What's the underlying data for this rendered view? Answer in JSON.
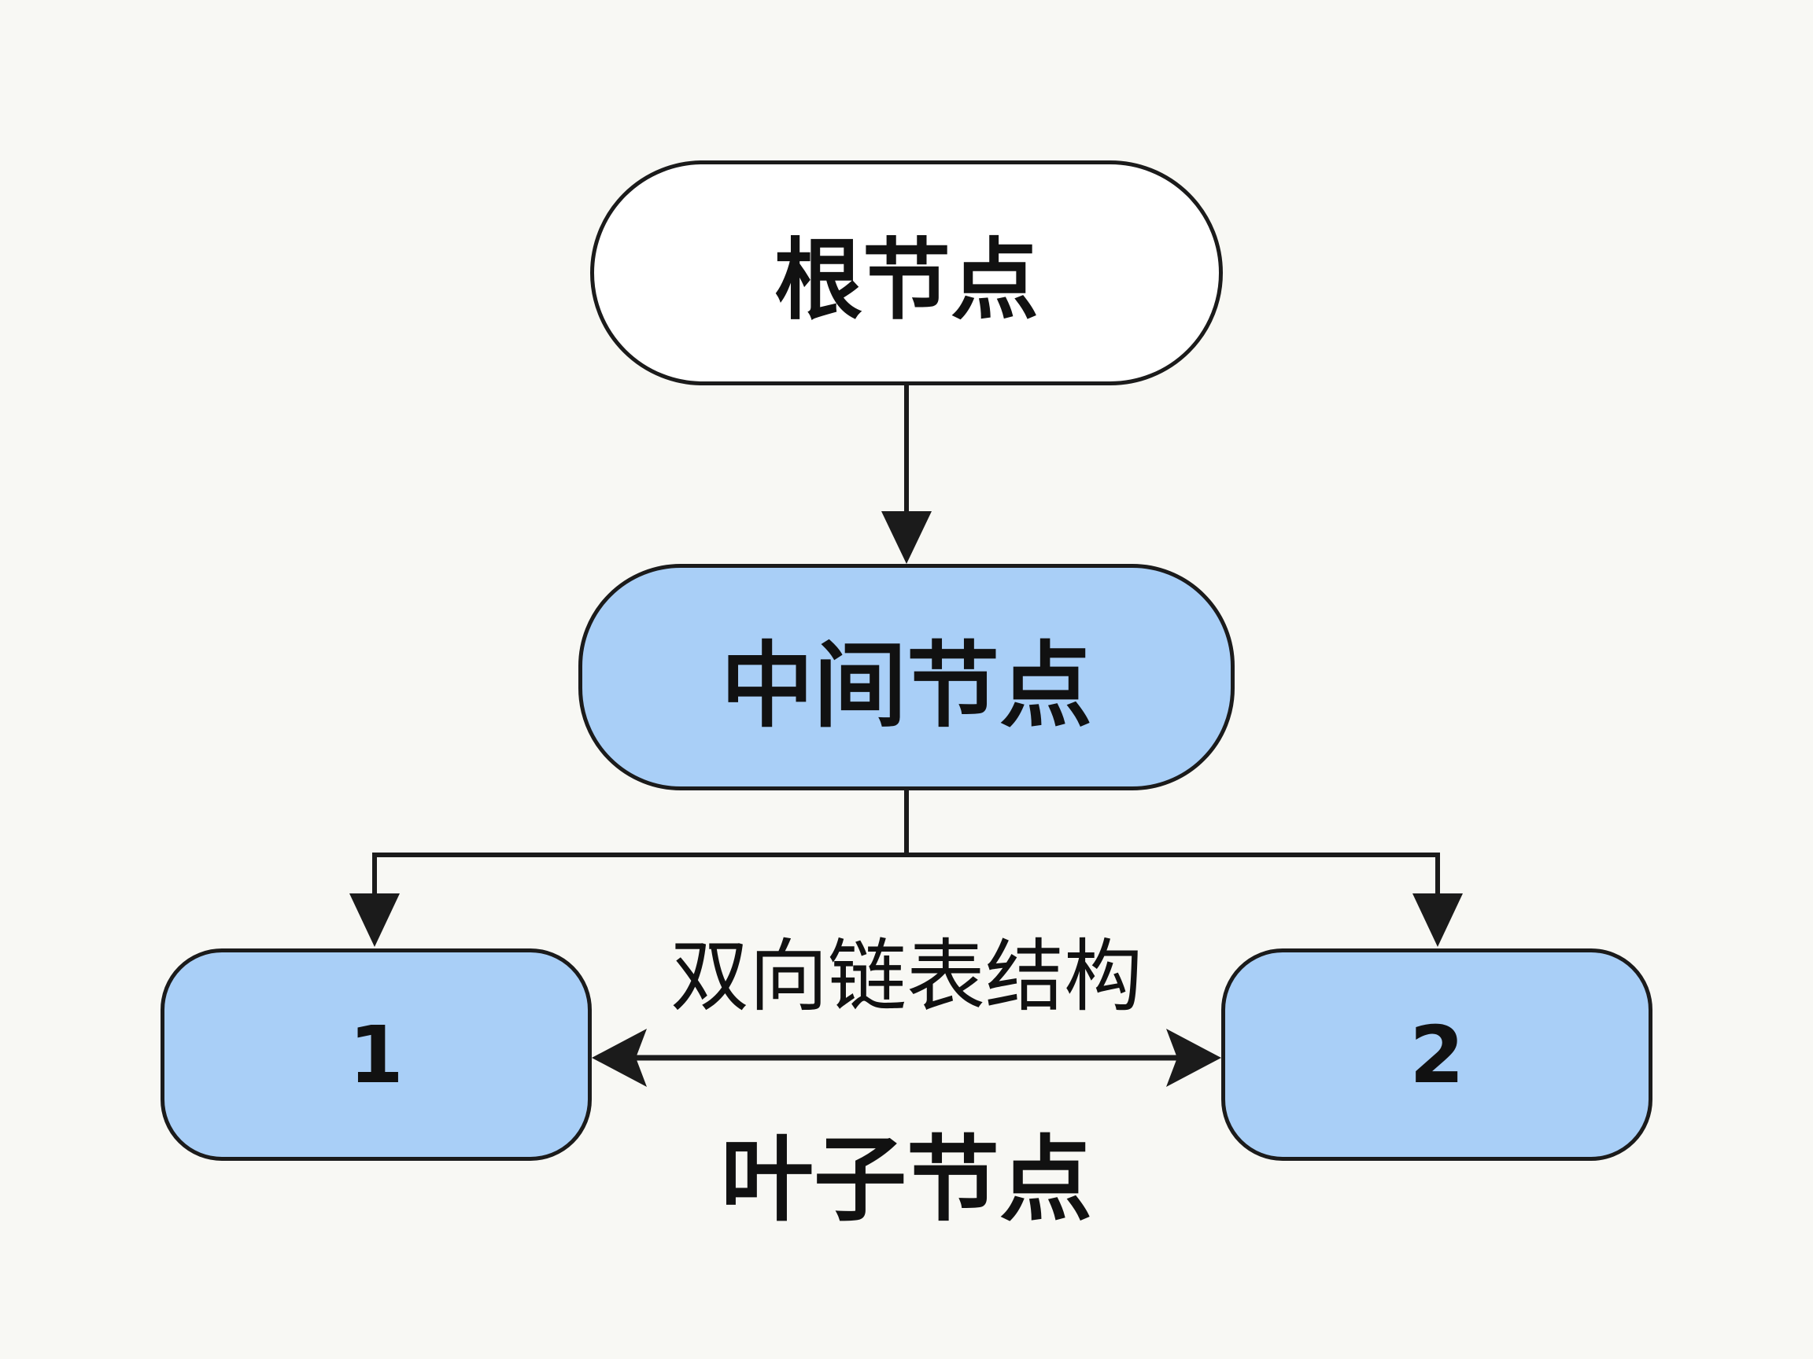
{
  "diagram": {
    "root": {
      "label": "根节点"
    },
    "middle": {
      "label": "中间节点"
    },
    "leaves": [
      {
        "label": "1"
      },
      {
        "label": "2"
      }
    ],
    "link_label": "双向链表结构",
    "leaf_group_label": "叶子节点",
    "colors": {
      "background": "#f8f8f4",
      "root_fill": "#ffffff",
      "node_fill": "#a9cff7",
      "stroke": "#1b1b1b",
      "text": "#111111"
    }
  }
}
